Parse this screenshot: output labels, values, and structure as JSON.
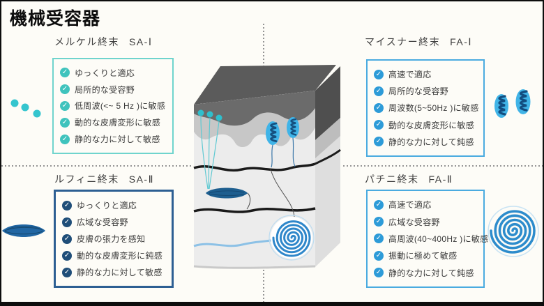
{
  "page": {
    "title": "機械受容器",
    "background": "#fdfcf7",
    "frame_color": "#0d0d0d"
  },
  "panels": [
    {
      "id": "merkel",
      "position": "top-left",
      "name": "メルケル終末",
      "code": "SA-Ⅰ",
      "border_color": "#6fd4cd",
      "check_color": "#3fc3bd",
      "items": [
        "ゆっくりと適応",
        "局所的な受容野",
        "低周波(<~ 5 Hz )に敏感",
        "動的な皮膚変形に敏感",
        "静的な力に対して敏感"
      ]
    },
    {
      "id": "meissner",
      "position": "top-right",
      "name": "マイスナー終末",
      "code": "FA-Ⅰ",
      "border_color": "#4aabe0",
      "check_color": "#2d9bd8",
      "items": [
        "高速で適応",
        "局所的な受容野",
        "周波数(5~50Hz )に敏感",
        "動的な皮膚変形に敏感",
        "静的な力に対して鈍感"
      ]
    },
    {
      "id": "ruffini",
      "position": "bottom-left",
      "name": "ルフィニ終末",
      "code": "SA-Ⅱ",
      "border_color": "#2d5f93",
      "check_color": "#1f4e79",
      "items": [
        "ゆっくりと適応",
        "広域な受容野",
        "皮膚の張力を感知",
        "動的な皮膚変形に鈍感",
        "静的な力に対して敏感"
      ]
    },
    {
      "id": "pacinian",
      "position": "bottom-right",
      "name": "パチニ終末",
      "code": "FA-Ⅱ",
      "border_color": "#4aabe0",
      "check_color": "#2d9bd8",
      "items": [
        "高速で適応",
        "広域な受容野",
        "高周波(40~400Hz )に敏感",
        "振動に極めて敏感",
        "静的な力に対して鈍感"
      ]
    }
  ],
  "icons": {
    "merkel_icon": {
      "shape": "three-dots",
      "color": "#35c5ce"
    },
    "meissner_icon": {
      "shape": "coiled-corpuscles",
      "fill": "#41b4e7",
      "coil": "#124d80"
    },
    "ruffini_icon": {
      "shape": "spindle",
      "color": "#2166a3"
    },
    "pacinian_icon": {
      "shape": "spiral",
      "color": "#2d8ccc"
    }
  },
  "illustration": {
    "subject": "skin-cross-section-block",
    "structures": [
      "merkel-cells",
      "meissner-corpuscles",
      "nerve-fiber-bundles",
      "ruffini-ending",
      "pacinian-corpuscle"
    ],
    "layer_colors": {
      "epidermis_top": "#5b5b5b",
      "epidermis_front": "#6b6b6b",
      "mid_layer": "#c7c7c7",
      "dermis": "#ececec"
    }
  }
}
